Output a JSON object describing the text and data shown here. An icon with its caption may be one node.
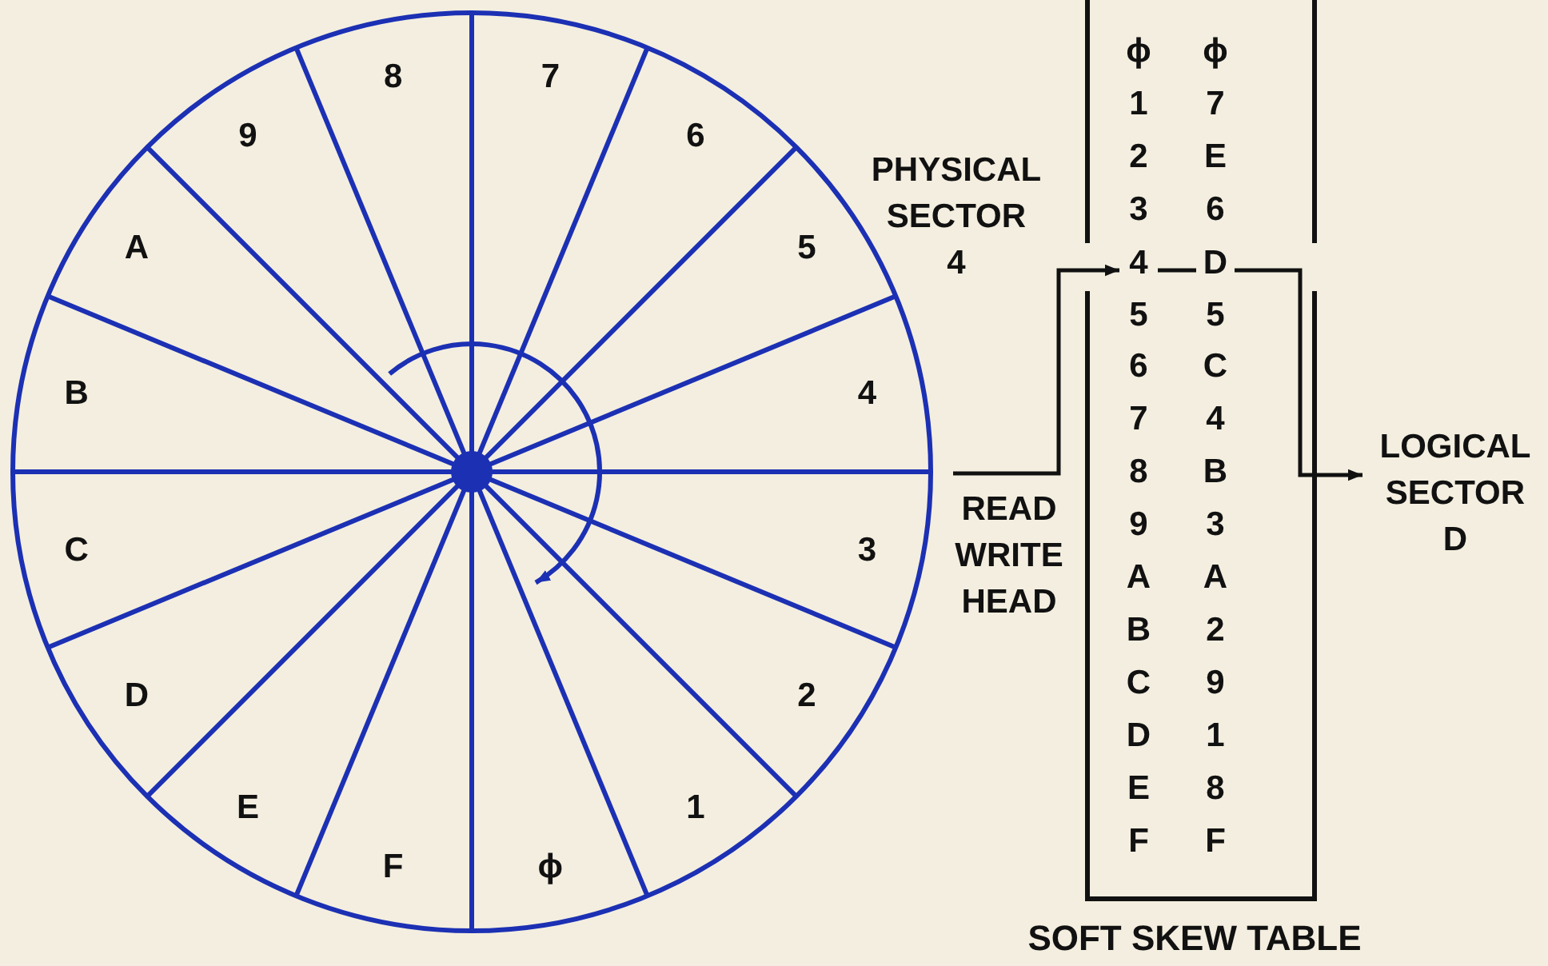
{
  "diagram": {
    "nodes": [
      {
        "text": [
          "READ WRITE HEAD"
        ]
      },
      {
        "text": [
          "SOFT SKEW TABLE"
        ]
      },
      {
        "text": [
          "4"
        ],
        "in": 1
      },
      {
        "text": [
          "D"
        ],
        "in": 1
      },
      {
        "text": [
          "LOGICAL SECTOR D"
        ]
      }
    ],
    "edges": [
      {
        "from": 0,
        "to": 2,
        "arrow": "to"
      },
      {
        "from": 2,
        "to": 3,
        "arrow": "none"
      },
      {
        "from": 3,
        "to": 4,
        "arrow": "to"
      }
    ],
    "labels": [
      "8",
      "7",
      "9",
      "6",
      "A",
      "5",
      "B",
      "4",
      "C",
      "3",
      "D",
      "2",
      "E",
      "1",
      "F",
      "ϕ",
      "PHYSICAL SECTOR 4",
      "ϕ",
      "ϕ",
      "1",
      "7",
      "2",
      "E",
      "3",
      "6",
      "5",
      "5",
      "6",
      "C",
      "7",
      "4",
      "8",
      "B",
      "9",
      "3",
      "A",
      "A",
      "B",
      "2",
      "C",
      "9",
      "D",
      "1",
      "E",
      "8",
      "F",
      "F"
    ]
  }
}
